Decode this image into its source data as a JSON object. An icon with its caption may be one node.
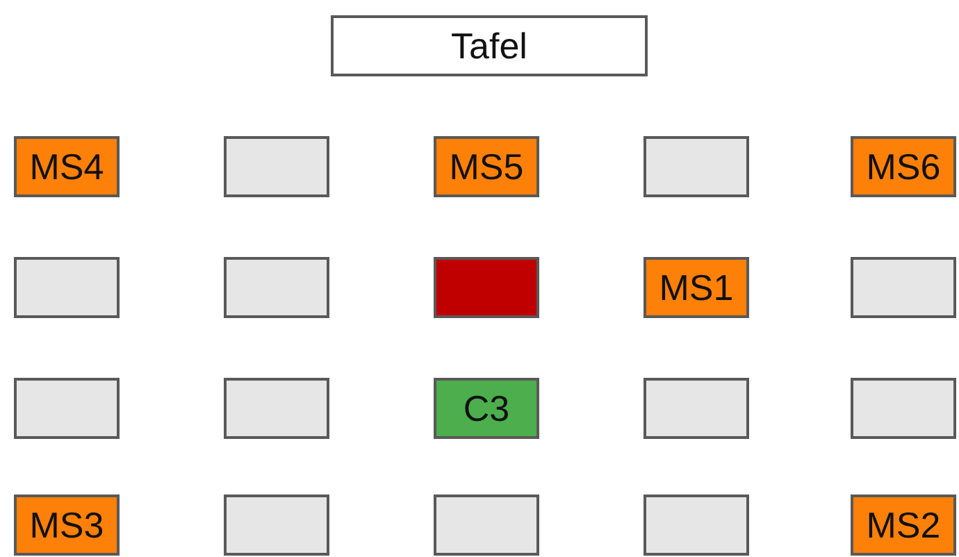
{
  "diagram": {
    "nodes": [
      {
        "text": [
          "Tafel"
        ]
      },
      {
        "text": [
          "MS4"
        ]
      },
      {
        "text": [],
        "shape": "box"
      },
      {
        "text": [
          "MS5"
        ]
      },
      {
        "text": [],
        "shape": "box"
      },
      {
        "text": [
          "MS6"
        ]
      },
      {
        "text": [],
        "shape": "box"
      },
      {
        "text": [],
        "shape": "box"
      },
      {
        "text": [],
        "shape": "box"
      },
      {
        "text": [
          "MS1"
        ]
      },
      {
        "text": [],
        "shape": "box"
      },
      {
        "text": [],
        "shape": "box"
      },
      {
        "text": [],
        "shape": "box"
      },
      {
        "text": [
          "C3"
        ]
      },
      {
        "text": [],
        "shape": "box"
      },
      {
        "text": [],
        "shape": "box"
      },
      {
        "text": [
          "MS3"
        ]
      },
      {
        "text": [],
        "shape": "box"
      },
      {
        "text": [],
        "shape": "box"
      },
      {
        "text": [],
        "shape": "box"
      },
      {
        "text": [
          "MS2"
        ]
      }
    ]
  }
}
